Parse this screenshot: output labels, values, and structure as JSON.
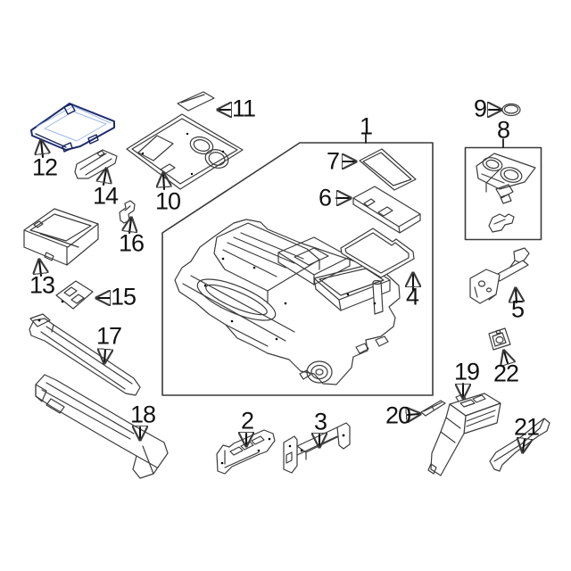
{
  "diagram": {
    "background": "#ffffff",
    "line_color": "#3b3b3b",
    "label_color": "#111111",
    "highlight": {
      "callout": "12",
      "fill": "#3f63b8",
      "inner_fill": "#4a6fc2",
      "stroke": "#1d2c6e",
      "light_line": "#9db8e8"
    },
    "callouts": [
      "1",
      "2",
      "3",
      "4",
      "5",
      "6",
      "7",
      "8",
      "9",
      "10",
      "11",
      "12",
      "13",
      "14",
      "15",
      "16",
      "17",
      "18",
      "19",
      "20",
      "21",
      "22"
    ]
  }
}
